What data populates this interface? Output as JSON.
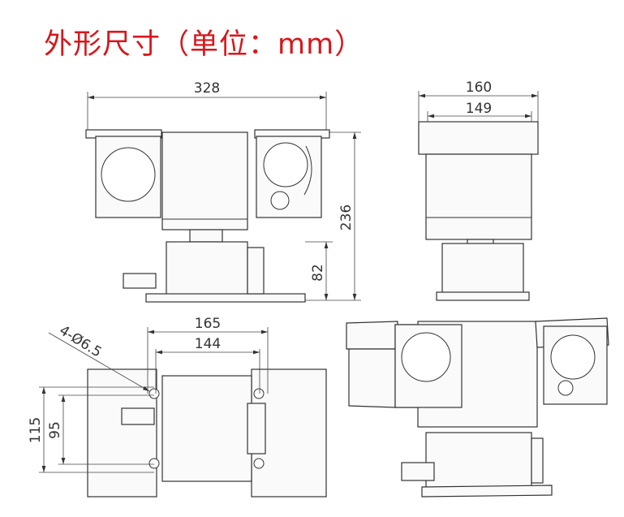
{
  "title": "外形尺寸（单位：mm）",
  "colors": {
    "title": "#d8161b",
    "line": "#333333",
    "screw_gold": "#b8a030"
  },
  "front_view": {
    "width": "328",
    "height": "236",
    "base_height": "82"
  },
  "side_view": {
    "width_outer": "160",
    "width_inner": "149"
  },
  "bottom_view": {
    "mount_outer_x": "165",
    "mount_inner_x": "144",
    "hole_spec": "4-Ø6.5",
    "mount_outer_y": "115",
    "mount_inner_y": "95"
  }
}
